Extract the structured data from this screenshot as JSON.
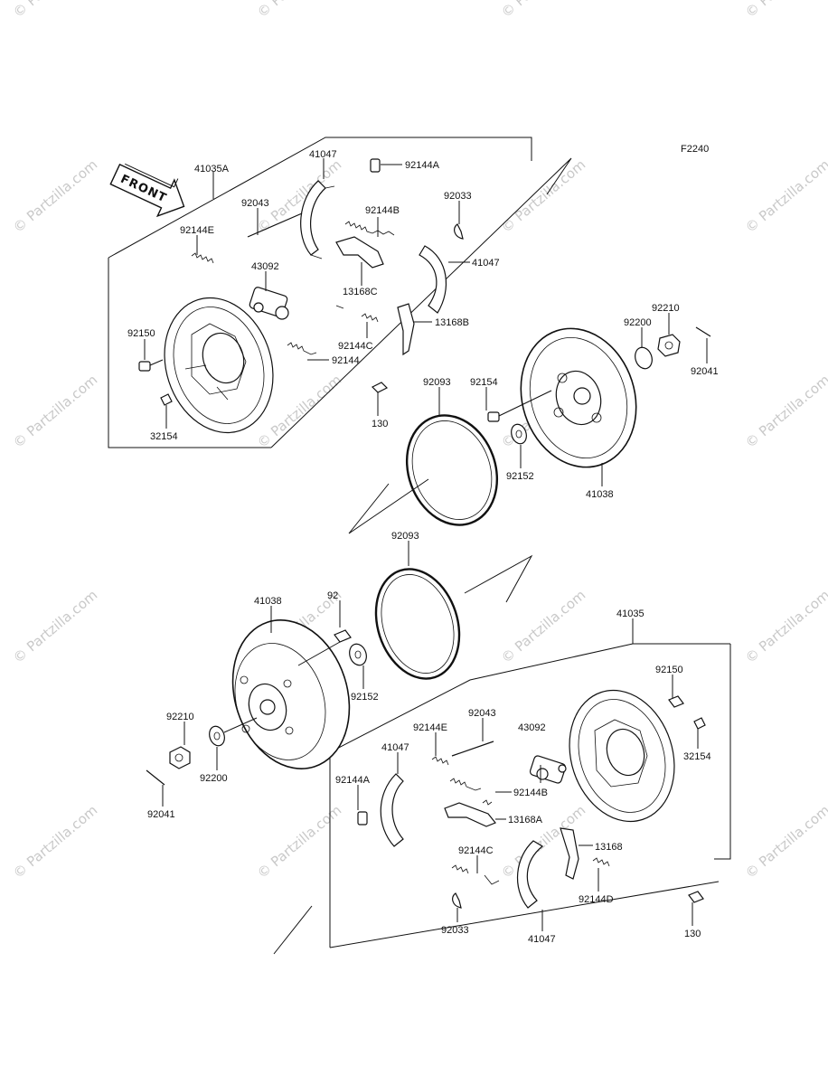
{
  "figure_code": "F2240",
  "front_marker": "FRONT",
  "watermark_text": "© Partzilla.com",
  "labels": {
    "t41035A": "41035A",
    "t41047_a": "41047",
    "t92144A_a": "92144A",
    "t92043_a": "92043",
    "t92144B_a": "92144B",
    "t92033_a": "92033",
    "t92144E_a": "92144E",
    "t43092_a": "43092",
    "t41047_b": "41047",
    "t13168C": "13168C",
    "t13168B": "13168B",
    "t92150_a": "92150",
    "t92144C_a": "92144C",
    "t92144": "92144",
    "t32154_a": "32154",
    "t130_a": "130",
    "t92093_a": "92093",
    "t92154_a": "92154",
    "t92152_a": "92152",
    "t41038_a": "41038",
    "t92200_a": "92200",
    "t92210_a": "92210",
    "t92041_a": "92041",
    "t92093_b": "92093",
    "t41038_b": "41038",
    "t92154_b": "92",
    "t92152_b": "92152",
    "t92210_b": "92210",
    "t92200_b": "92200",
    "t92041_b": "92041",
    "t41035": "41035",
    "t92150_b": "92150",
    "t32154_b": "32154",
    "t92043_b": "92043",
    "t92144E_b": "92144E",
    "t43092_b": "43092",
    "t41047_c": "41047",
    "t92144A_b": "92144A",
    "t92144B_b": "92144B",
    "t13168A": "13168A",
    "t92144C_b": "92144C",
    "t13168": "13168",
    "t92144D": "92144D",
    "t92033_b": "92033",
    "t41047_d": "41047",
    "t130_b": "130"
  }
}
